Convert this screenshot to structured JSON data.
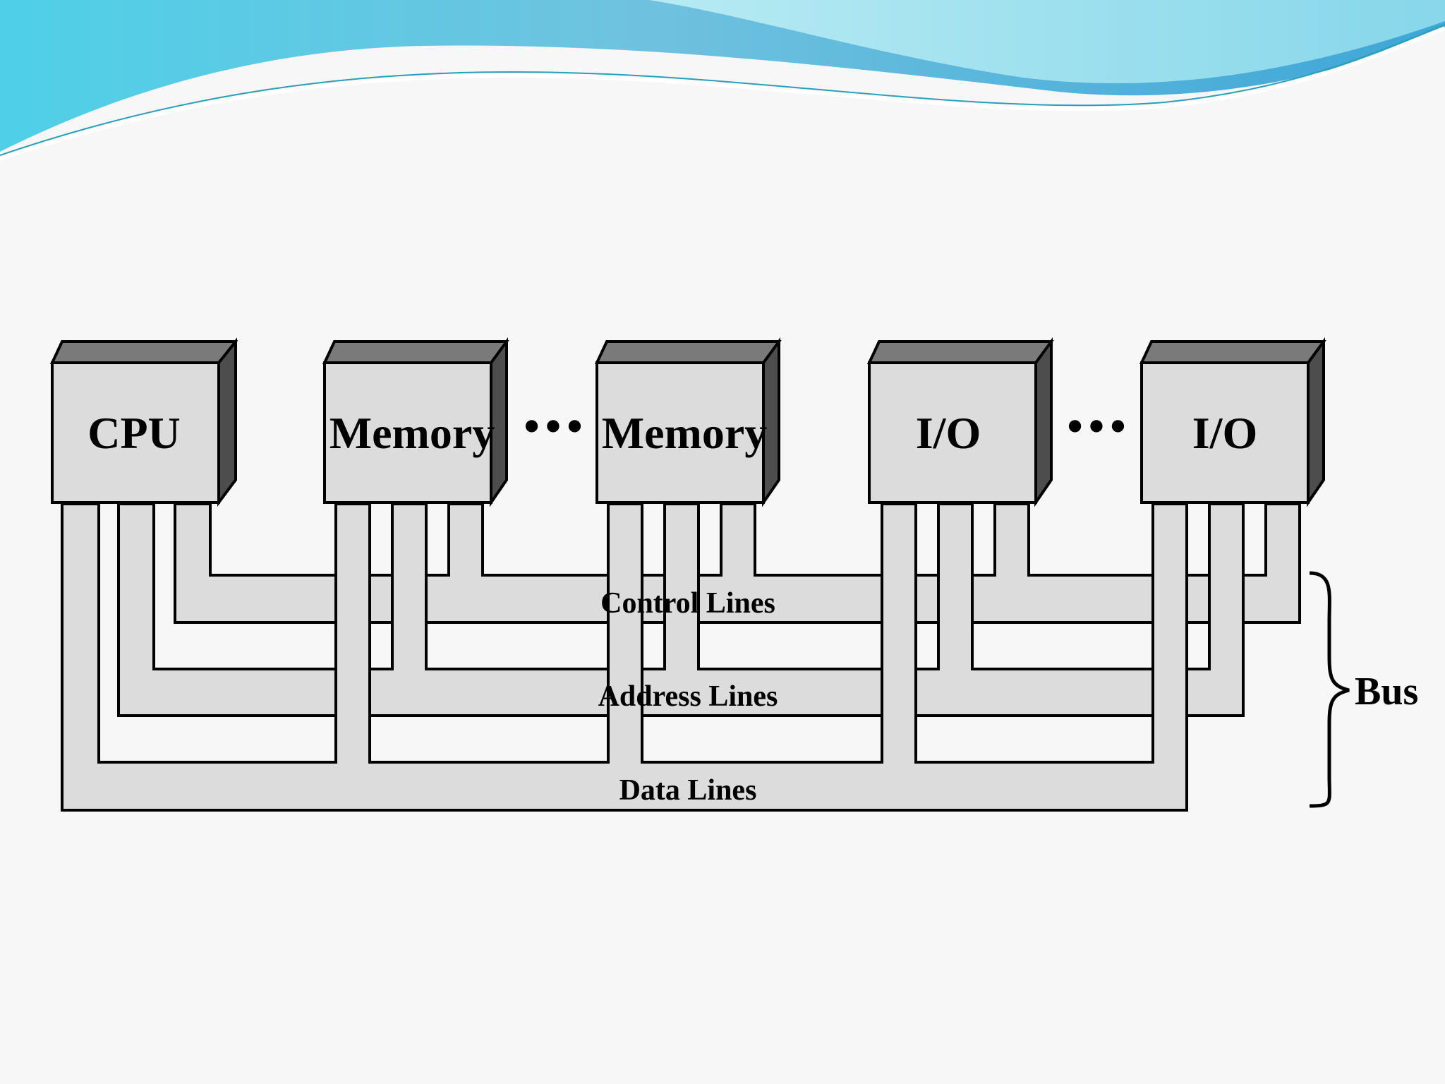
{
  "diagram": {
    "modules": [
      {
        "label": "CPU"
      },
      {
        "label": "Memory"
      },
      {
        "label": "Memory"
      },
      {
        "label": "I/O"
      },
      {
        "label": "I/O"
      }
    ],
    "ellipsis": [
      "•••",
      "•••"
    ],
    "lines": {
      "control": "Control Lines",
      "address": "Address Lines",
      "data": "Data Lines"
    },
    "bus_label": "Bus"
  },
  "colors": {
    "box_fill": "#dcdcdc",
    "box_top": "#7a7a7a",
    "box_side": "#4d4d4d",
    "bus_fill": "#dcdcdc",
    "stroke": "#000000",
    "wave_blue": "#4fb3d9",
    "wave_cyan": "#7fe0ee"
  }
}
